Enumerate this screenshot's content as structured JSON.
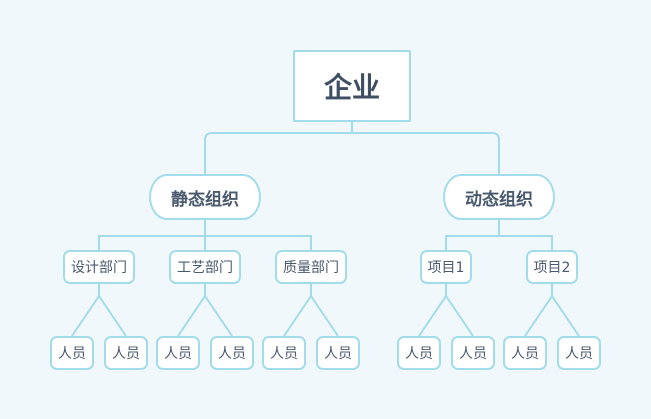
{
  "root": {
    "label": "企业"
  },
  "groups": [
    {
      "label": "静态组织",
      "units": [
        {
          "label": "设计部门",
          "people": [
            "人员",
            "人员"
          ]
        },
        {
          "label": "工艺部门",
          "people": [
            "人员",
            "人员"
          ]
        },
        {
          "label": "质量部门",
          "people": [
            "人员",
            "人员"
          ]
        }
      ]
    },
    {
      "label": "动态组织",
      "units": [
        {
          "label": "项目1",
          "people": [
            "人员",
            "人员"
          ]
        },
        {
          "label": "项目2",
          "people": [
            "人员",
            "人员"
          ]
        }
      ]
    }
  ],
  "colors": {
    "background": "#f1f8fb",
    "node_border": "#a2dcea",
    "node_fill": "#ffffff",
    "text": "#4a5a6e"
  }
}
